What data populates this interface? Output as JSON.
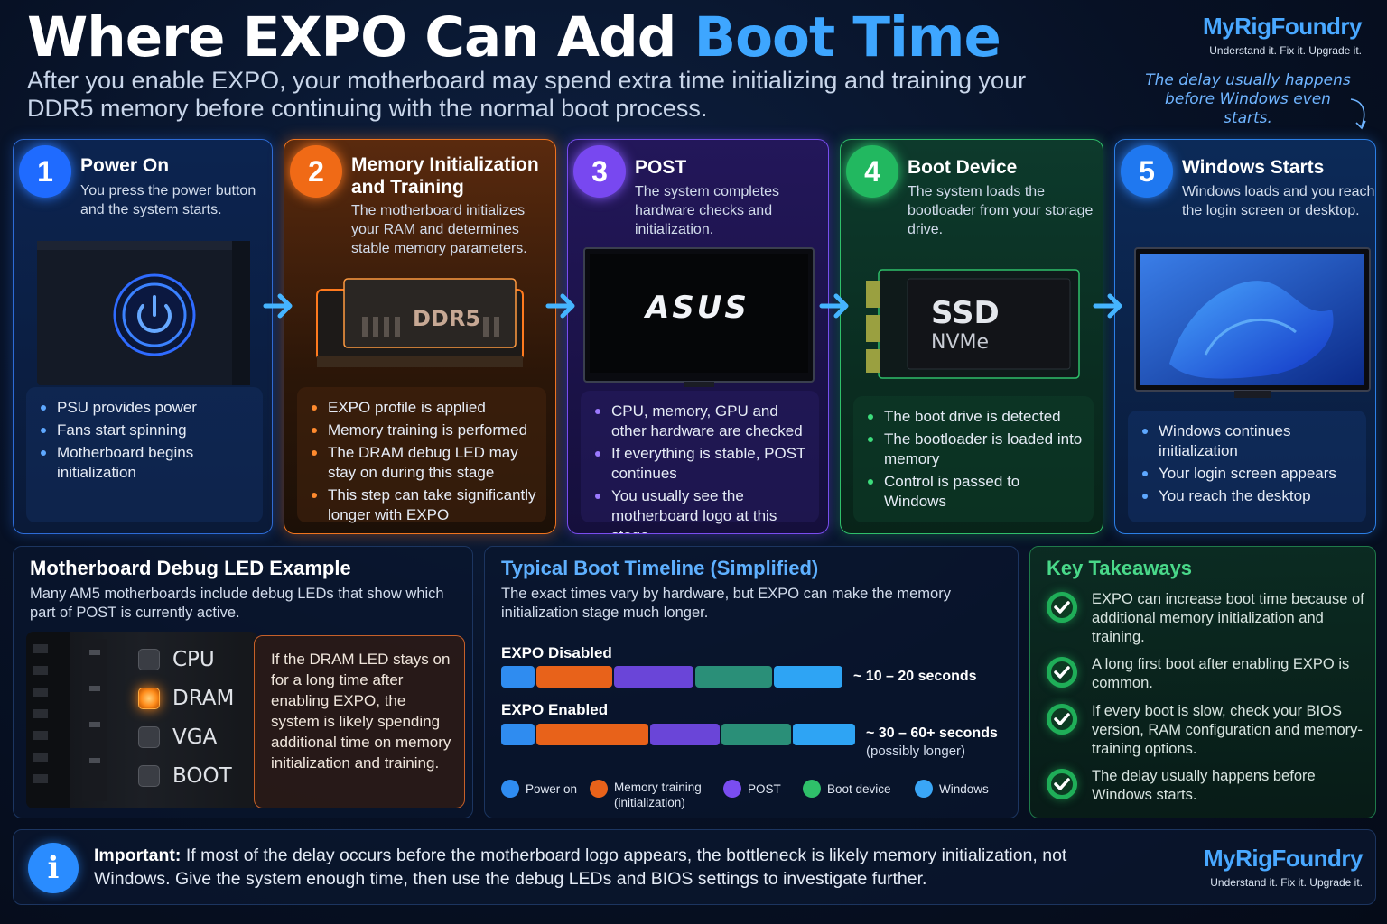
{
  "header": {
    "title_main": "Where EXPO Can Add ",
    "title_highlight": "Boot Time",
    "subtitle": "After you enable EXPO, your motherboard may spend extra time initializing and training your DDR5 memory before continuing with the normal boot process.",
    "note": "The delay usually happens before Windows even starts."
  },
  "brand": {
    "name": "MyRigFoundry",
    "tagline": "Understand it. Fix it. Upgrade it."
  },
  "steps": [
    {
      "number": "1",
      "title": "Power On",
      "description": "You press the power button and the system starts.",
      "bullets": [
        "PSU provides power",
        "Fans start spinning",
        "Motherboard begins initialization"
      ]
    },
    {
      "number": "2",
      "title": "Memory Initialization and Training",
      "description": "The motherboard initializes your RAM and determines stable memory parameters.",
      "image_label": "DDR5",
      "bullets": [
        "EXPO profile is applied",
        "Memory training is performed",
        "The DRAM debug LED may stay on during this stage",
        "This step can take significantly longer with EXPO"
      ]
    },
    {
      "number": "3",
      "title": "POST",
      "description": "The system completes hardware checks and initialization.",
      "image_label": "ASUS",
      "bullets": [
        "CPU, memory, GPU and other hardware are checked",
        "If everything is stable, POST continues",
        "You usually see the motherboard logo at this stage"
      ]
    },
    {
      "number": "4",
      "title": "Boot Device",
      "description": "The system loads the bootloader from your storage drive.",
      "image_label": "SSD",
      "image_sublabel": "NVMe",
      "bullets": [
        "The boot drive is detected",
        "The bootloader is loaded into memory",
        "Control is passed to Windows"
      ]
    },
    {
      "number": "5",
      "title": "Windows Starts",
      "description": "Windows loads and you reach the login screen or desktop.",
      "bullets": [
        "Windows continues initialization",
        "Your login screen appears",
        "You reach the desktop"
      ]
    }
  ],
  "debug_panel": {
    "title": "Motherboard Debug LED Example",
    "description": "Many AM5 motherboards include debug LEDs that show which part of POST is currently active.",
    "leds": [
      {
        "label": "CPU",
        "on": false
      },
      {
        "label": "DRAM",
        "on": true
      },
      {
        "label": "VGA",
        "on": false
      },
      {
        "label": "BOOT",
        "on": false
      }
    ],
    "callout": "If the DRAM LED stays on for a long time after enabling EXPO, the system is likely spending additional time on memory initialization and training."
  },
  "timeline": {
    "title": "Typical Boot Timeline (Simplified)",
    "description": "The exact times vary by hardware, but EXPO can make the memory initialization stage much longer.",
    "stage_colors": [
      "#2f8cf0",
      "#e8621a",
      "#6a45d8",
      "#2a8f78",
      "#2ea4f4"
    ],
    "rows": [
      {
        "label": "EXPO Disabled",
        "segments": [
          1,
          2.2,
          2.3,
          2.2,
          2
        ],
        "time": "~ 10 – 20 seconds",
        "sub": ""
      },
      {
        "label": "EXPO Enabled",
        "segments": [
          1,
          3.2,
          2,
          2,
          1.8
        ],
        "time": "~ 30 – 60+ seconds",
        "sub": "(possibly longer)"
      }
    ],
    "legend": [
      {
        "label": "Power on",
        "color": "#2f8cf0"
      },
      {
        "label": "Memory training (initialization)",
        "color": "#e8621a"
      },
      {
        "label": "POST",
        "color": "#7a4df0"
      },
      {
        "label": "Boot device",
        "color": "#2fbf6a"
      },
      {
        "label": "Windows",
        "color": "#3aa6f6"
      }
    ]
  },
  "takeaways": {
    "title": "Key Takeaways",
    "items": [
      "EXPO can increase boot time because of additional memory initialization and training.",
      "A long first boot after enabling EXPO is common.",
      "If every boot is slow, check your BIOS version, RAM configuration and memory-training options.",
      "The delay usually happens before Windows starts."
    ]
  },
  "important": {
    "icon": "info-icon",
    "lead": "Important:",
    "text": " If most of the delay occurs before the motherboard logo appears, the bottleneck is likely memory initialization, not Windows. Give the system enough time, then use the debug LEDs and BIOS settings to investigate further."
  }
}
